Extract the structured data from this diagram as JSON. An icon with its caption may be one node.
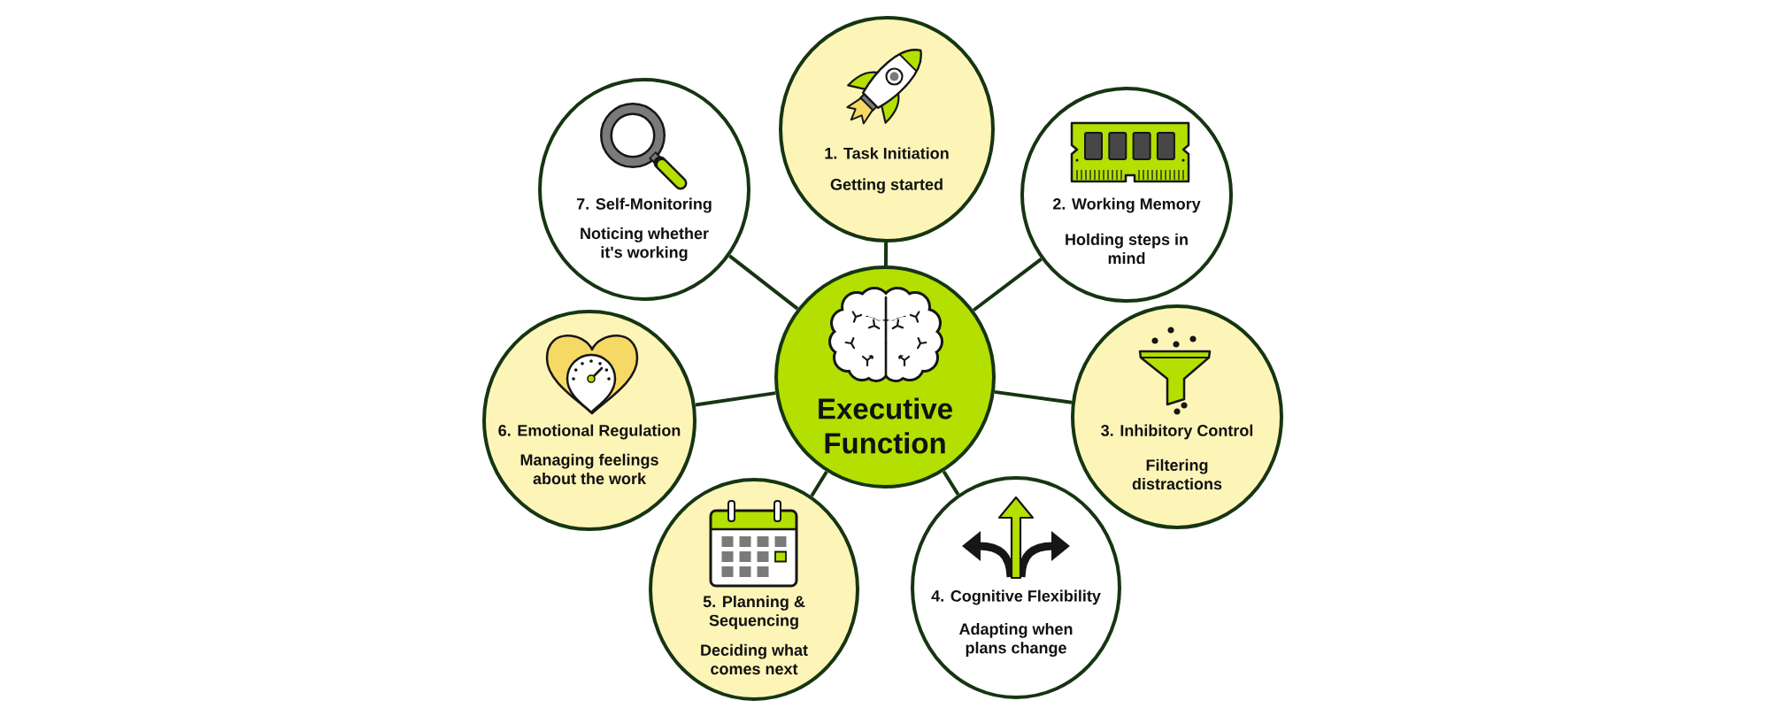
{
  "diagram": {
    "nodes": [
      {
        "text": [
          "Executive Function"
        ]
      },
      {
        "text": [
          "1. Task Initiation",
          "Getting started"
        ]
      },
      {
        "text": [
          "2. Working Memory",
          "Holding steps in mind"
        ]
      },
      {
        "text": [
          "3. Inhibitory Control",
          "Filtering distractions"
        ]
      },
      {
        "text": [
          "4. Cognitive Flexibility",
          "Adapting when plans change"
        ]
      },
      {
        "text": [
          "5. Planning & Sequencing",
          "Deciding what comes next"
        ]
      },
      {
        "text": [
          "6. Emotional Regulation",
          "Managing feelings about the work"
        ]
      },
      {
        "text": [
          "7. Self-Monitoring",
          "Noticing whether it's working"
        ]
      }
    ],
    "edges": [
      {
        "from": 0,
        "to": 1,
        "arrow": "none"
      },
      {
        "from": 0,
        "to": 2,
        "arrow": "none"
      },
      {
        "from": 0,
        "to": 3,
        "arrow": "none"
      },
      {
        "from": 0,
        "to": 4,
        "arrow": "none"
      },
      {
        "from": 0,
        "to": 5,
        "arrow": "none"
      },
      {
        "from": 0,
        "to": 6,
        "arrow": "none"
      },
      {
        "from": 0,
        "to": 7,
        "arrow": "none"
      }
    ]
  }
}
